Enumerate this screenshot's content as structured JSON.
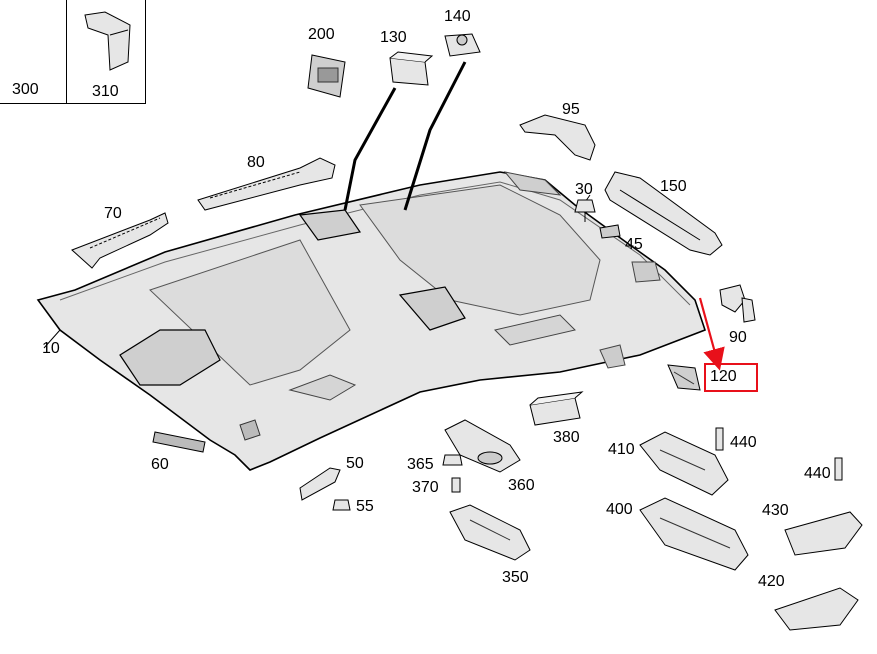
{
  "callouts": {
    "p300": "300",
    "p310": "310",
    "p200": "200",
    "p130": "130",
    "p140": "140",
    "p95": "95",
    "p80": "80",
    "p70": "70",
    "p30": "30",
    "p150": "150",
    "p45": "45",
    "p10": "10",
    "p90": "90",
    "p120": "120",
    "p60": "60",
    "p50": "50",
    "p55": "55",
    "p380": "380",
    "p365": "365",
    "p370": "370",
    "p360": "360",
    "p350": "350",
    "p410": "410",
    "p440a": "440",
    "p440b": "440",
    "p400": "400",
    "p430": "430",
    "p420": "420"
  },
  "colors": {
    "line": "#000000",
    "part_fill": "#e6e6e6",
    "part_dark": "#cfcfcf",
    "highlight": "#e8101a"
  },
  "highlighted_part": "120"
}
